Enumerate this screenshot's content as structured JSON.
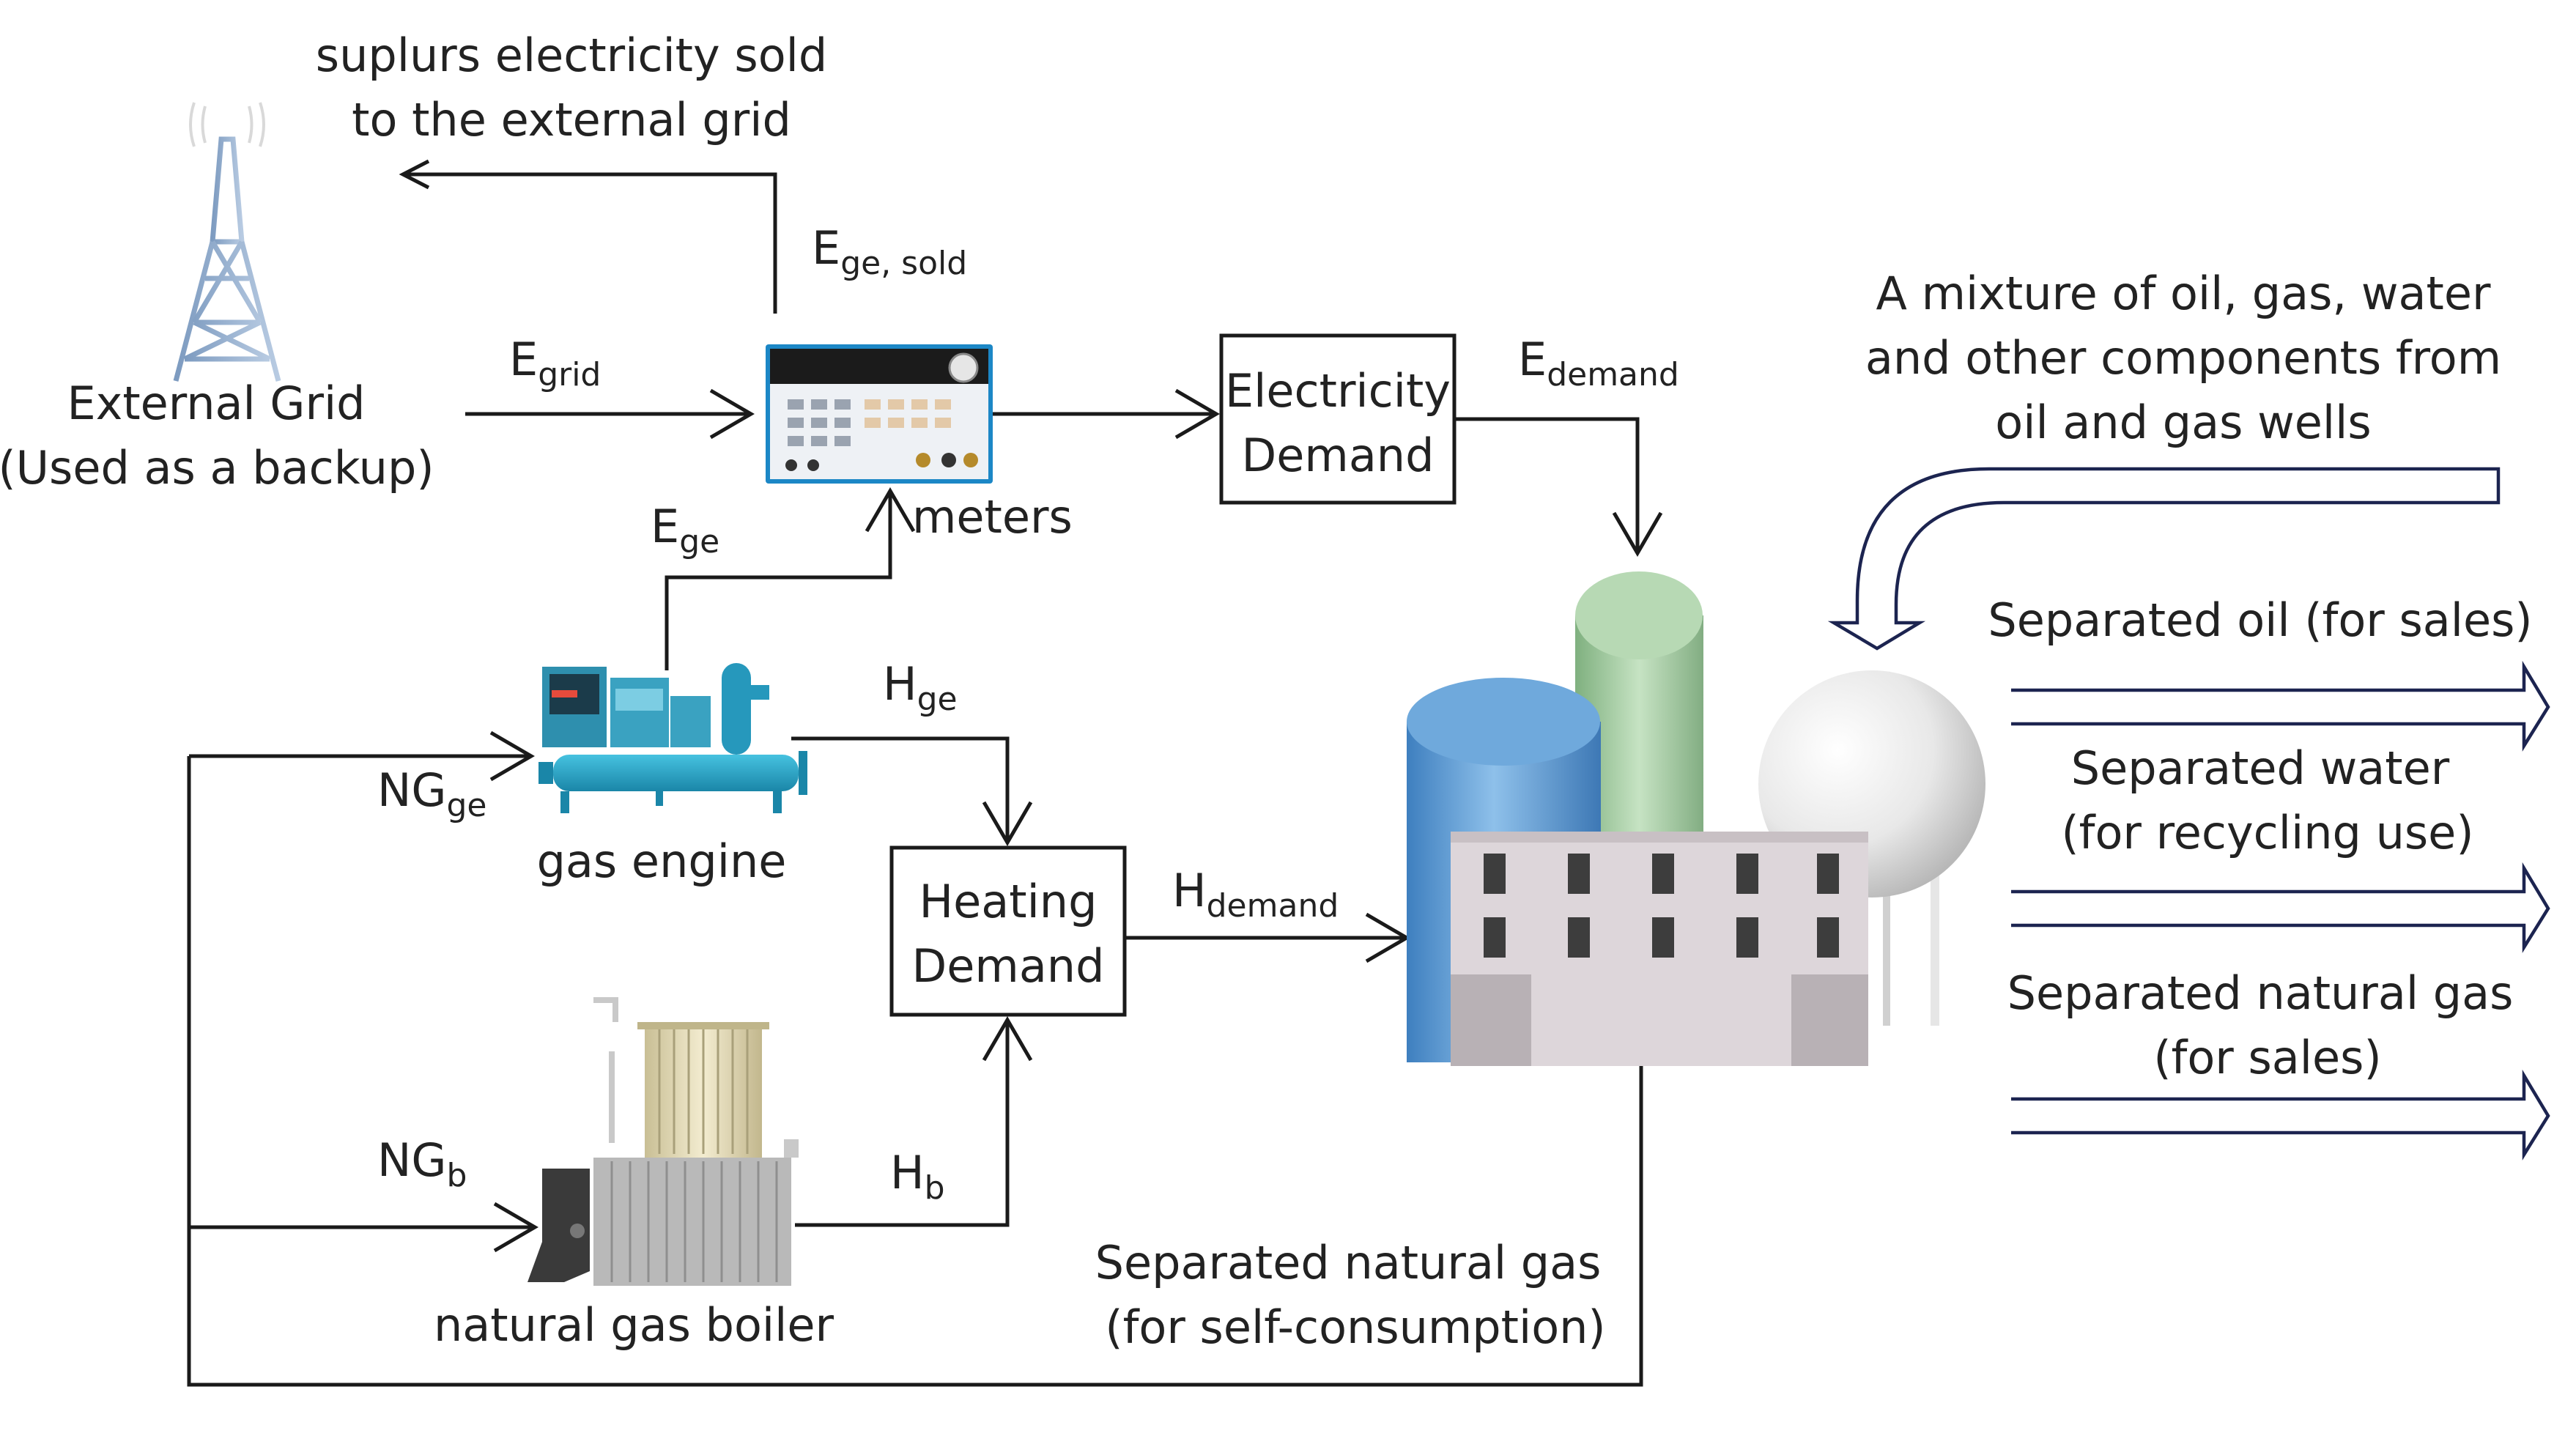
{
  "labels": {
    "surplus_line1": "suplurs electricity sold",
    "surplus_line2": "to the external grid",
    "grid_line1": "External Grid",
    "grid_line2": "(Used as a backup)",
    "meters": "meters",
    "gas_engine": "gas engine",
    "boiler": "natural gas boiler",
    "mixture_line1": "A mixture of oil, gas, water",
    "mixture_line2": "and other components from",
    "mixture_line3": "oil and gas wells",
    "oil_line1": "Separated oil (for sales)",
    "water_line1": "Separated water",
    "water_line2": "(for recycling use)",
    "gas_line1": "Separated natural gas",
    "gas_line2": "(for sales)",
    "selfuse_line1": "Separated natural gas",
    "selfuse_line2": "(for self-consumption)"
  },
  "boxes": {
    "electricity_line1": "Electricity",
    "electricity_line2": "Demand",
    "heating_line1": "Heating",
    "heating_line2": "Demand"
  },
  "flows": {
    "e_ge_sold": {
      "main": "E",
      "sub": "ge, sold"
    },
    "e_grid": {
      "main": "E",
      "sub": "grid"
    },
    "e_demand": {
      "main": "E",
      "sub": "demand"
    },
    "e_ge": {
      "main": "E",
      "sub": "ge"
    },
    "h_ge": {
      "main": "H",
      "sub": "ge"
    },
    "ng_ge": {
      "main": "NG",
      "sub": "ge"
    },
    "h_demand": {
      "main": "H",
      "sub": "demand"
    },
    "ng_b": {
      "main": "NG",
      "sub": "b"
    },
    "h_b": {
      "main": "H",
      "sub": "b"
    }
  },
  "colors": {
    "line": "#1a1a1a",
    "output_arrow": "#1c2450",
    "tank_blue": "#5b9bd5",
    "tank_green": "#a9d0a6",
    "sphere": "#eeeeee",
    "building": "#ddd6da",
    "engine": "#2aa7c9",
    "boiler_top": "#e5dcbc",
    "boiler_body": "#b9b9b9"
  },
  "icons": [
    "transmission-tower-icon",
    "power-meter-icon",
    "gas-engine-icon",
    "gas-boiler-icon",
    "oil-gas-plant-icon"
  ]
}
